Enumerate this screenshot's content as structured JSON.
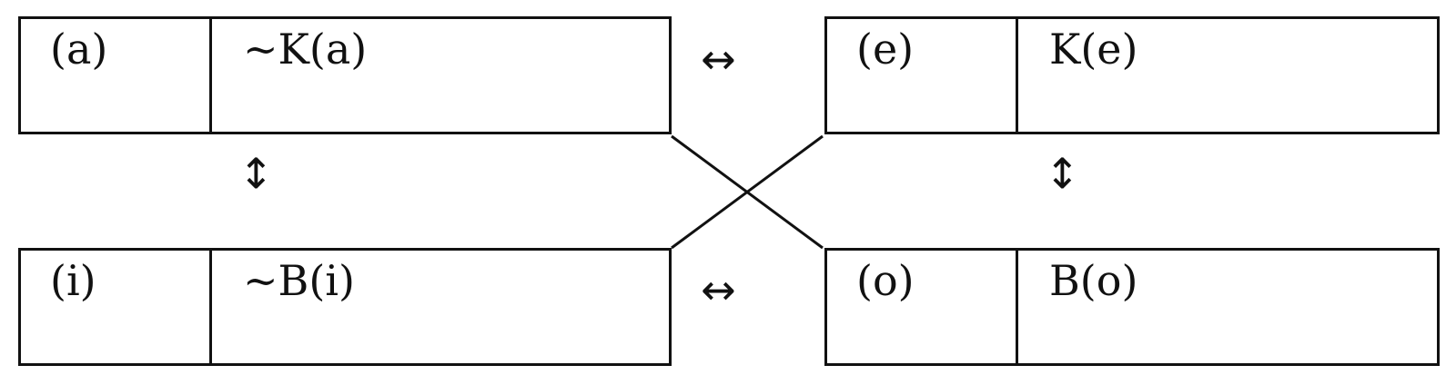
{
  "boxes": {
    "a": {
      "tag": "(a)",
      "formula": "~K(a)"
    },
    "e": {
      "tag": "(e)",
      "formula": "K(e)"
    },
    "i": {
      "tag": "(i)",
      "formula": "~B(i)"
    },
    "o": {
      "tag": "(o)",
      "formula": "B(o)"
    }
  },
  "arrows": {
    "horizontal": "↔",
    "vertical": "↕"
  },
  "colors": {
    "stroke": "#111111",
    "background": "#ffffff"
  }
}
